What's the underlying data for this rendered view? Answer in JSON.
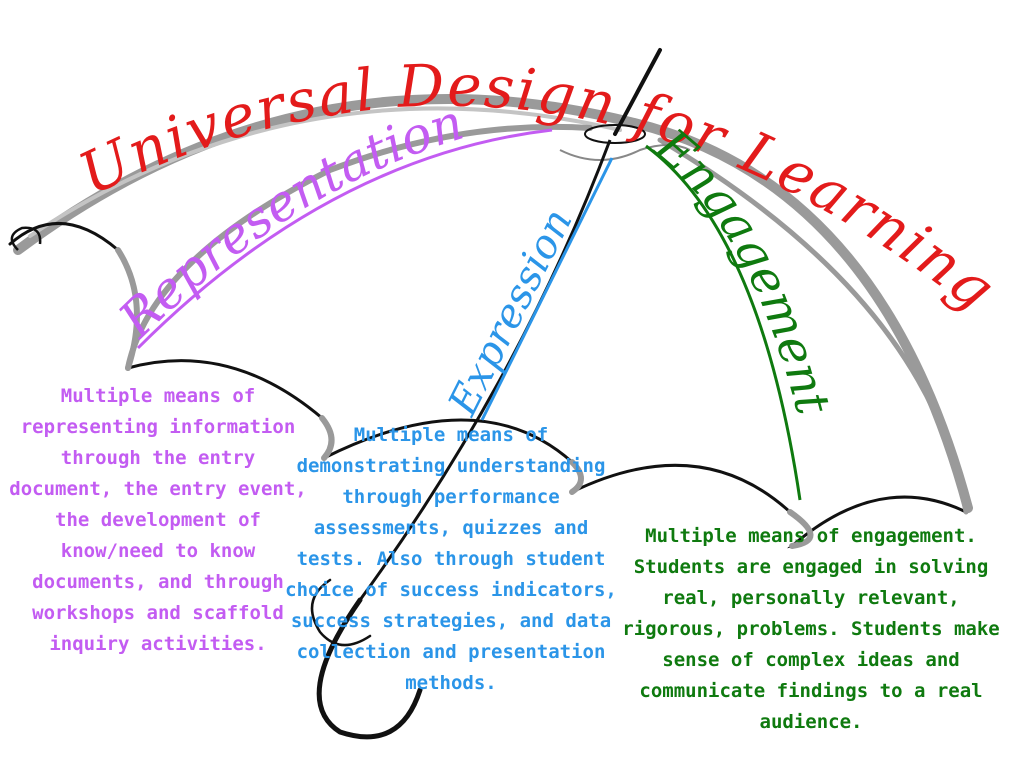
{
  "title": "Universal Design for Learning",
  "colors": {
    "title": "#e31b1b",
    "representation": "#c35cf2",
    "expression": "#2b95e8",
    "engagement": "#0f7a0f",
    "umbrella_canopy": "#9a9a9a",
    "umbrella_frame": "#000000"
  },
  "principles": [
    {
      "label": "Representation",
      "color": "#c35cf2",
      "description": "Multiple means of representing information through the entry document, the entry event, the development of know/need to know documents, and through workshops and scaffold inquiry activities."
    },
    {
      "label": "Expression",
      "color": "#2b95e8",
      "description": "Multiple means of demonstrating understanding through performance assessments, quizzes and tests.  Also through student choice of success indicators, success strategies, and data collection and presentation methods."
    },
    {
      "label": "Engagement",
      "color": "#0f7a0f",
      "description": "Multiple means of engagement.  Students are engaged in solving real, personally relevant, rigorous, problems.  Students make sense of complex ideas and communicate findings to a real audience."
    }
  ]
}
